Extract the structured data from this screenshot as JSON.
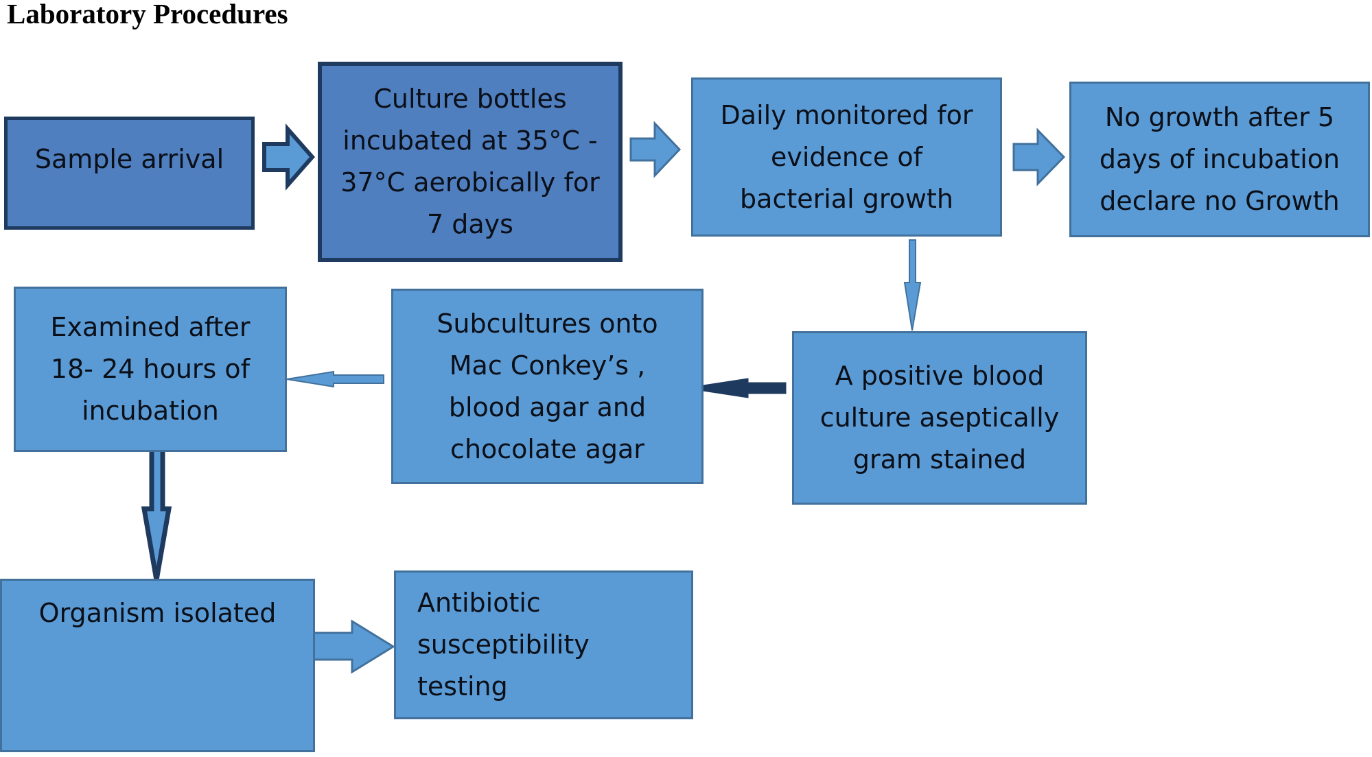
{
  "title": "Laboratory Procedures",
  "colors": {
    "box_fill": "#5b9bd5",
    "box_border": "#41719c",
    "dark_box_fill": "#4f7fbf",
    "dark_box_border": "#1f3a5f",
    "arrow_dark": "#1f3a5f"
  },
  "steps": {
    "sample_arrival": "Sample arrival",
    "culture_bottles": "Culture bottles\nincubated at 35°C -\n37°C aerobically for\n7 days",
    "daily_monitored": "Daily monitored for\nevidence of\nbacterial growth",
    "no_growth": "No growth after 5\ndays of incubation\ndeclare no Growth",
    "positive_blood_culture": "A positive blood\nculture aseptically\ngram stained",
    "subcultures": "Subcultures onto\nMac Conkey’s ,\nblood agar and\nchocolate agar",
    "examined": "Examined after\n18- 24 hours of\nincubation",
    "organism_isolated": "Organism isolated",
    "antibiotic_testing": "Antibiotic\nsusceptibility\ntesting"
  }
}
